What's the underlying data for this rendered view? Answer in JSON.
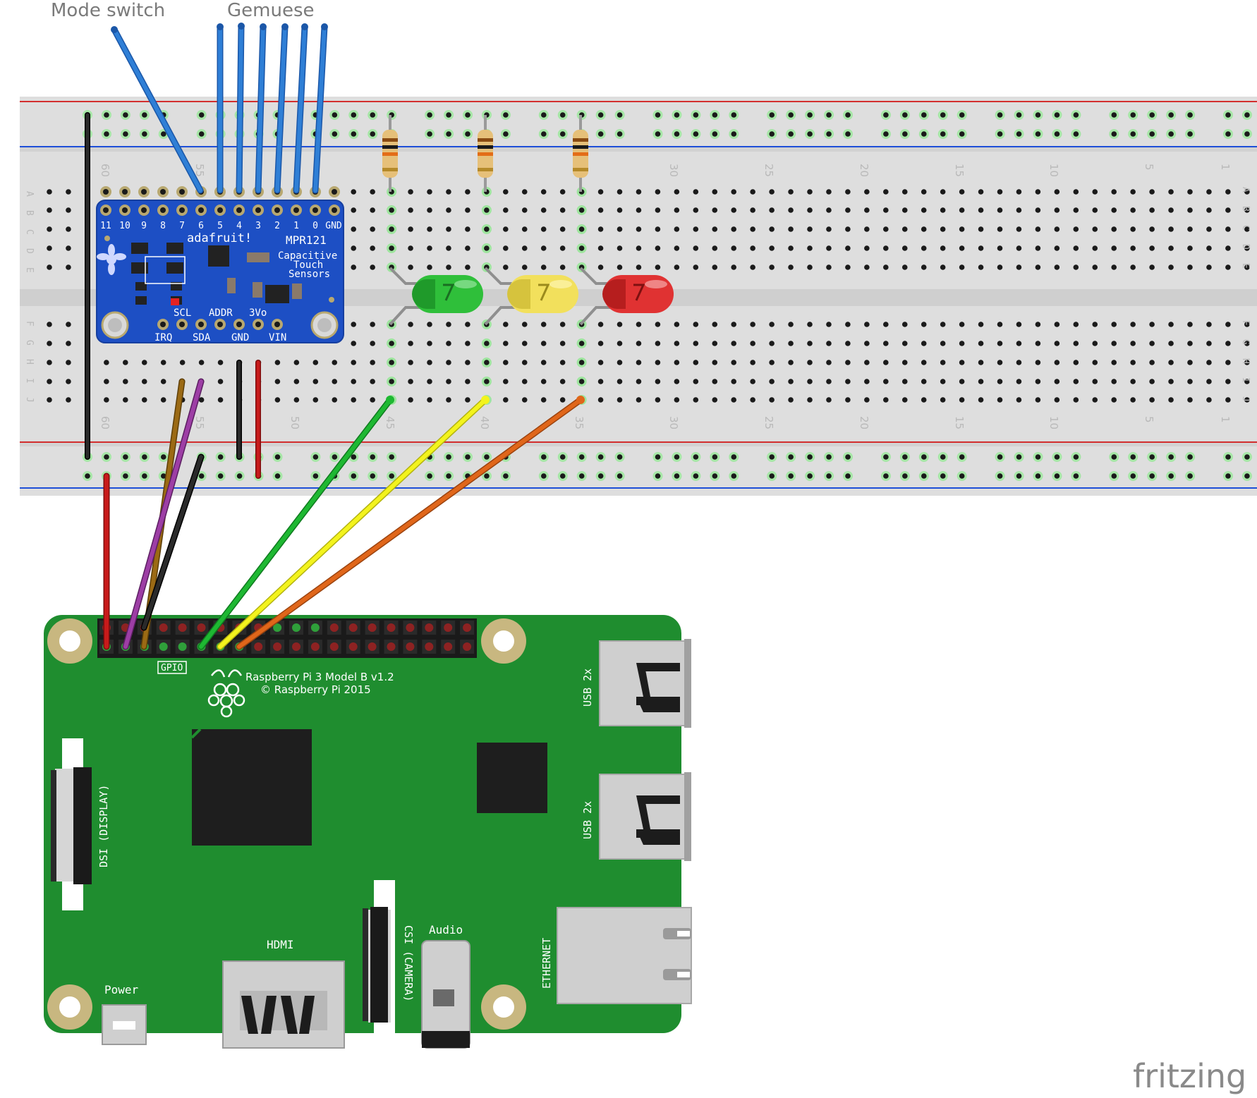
{
  "labels": {
    "mode_switch": "Mode switch",
    "gemuese": "Gemuese"
  },
  "breadboard": {
    "top_numbers": [
      "60",
      "55",
      "30",
      "25",
      "20",
      "15",
      "10",
      "5",
      "1"
    ],
    "bottom_numbers": [
      "60",
      "55",
      "50",
      "45",
      "40",
      "35",
      "30",
      "25",
      "20",
      "15",
      "10",
      "5",
      "1"
    ],
    "row_letters_top": [
      "A",
      "B",
      "C",
      "D",
      "E"
    ],
    "row_letters_bottom": [
      "F",
      "G",
      "H",
      "I",
      "J"
    ]
  },
  "mpr121": {
    "brand": "adafruit!",
    "model": "MPR121",
    "desc_1": "Capacitive",
    "desc_2": "Touch",
    "desc_3": "Sensors",
    "top_pins": [
      "11",
      "10",
      "9",
      "8",
      "7",
      "6",
      "5",
      "4",
      "3",
      "2",
      "1",
      "0",
      "GND"
    ],
    "mid_labels": [
      "SCL",
      "ADDR",
      "3Vo"
    ],
    "bottom_labels": [
      "IRQ",
      "SDA",
      "GND",
      "VIN"
    ]
  },
  "raspberry_pi": {
    "model": "Raspberry Pi 3 Model B v1.2",
    "copyright": "© Raspberry Pi 2015",
    "gpio": "GPIO",
    "usb_1": "USB 2x",
    "usb_2": "USB 2x",
    "ethernet": "ETHERNET",
    "dsi": "DSI (DISPLAY)",
    "csi": "CSI (CAMERA)",
    "audio": "Audio",
    "hdmi": "HDMI",
    "power": "Power"
  },
  "leds": [
    "green",
    "yellow",
    "red"
  ],
  "colors": {
    "breadboard": "#dcdcdc",
    "rail_red": "#d32f2f",
    "rail_blue": "#1e4fd8",
    "pcb_blue": "#1d4fc4",
    "pi_green": "#1f8d2f",
    "wire_blue": "#2f7fd6",
    "wire_black": "#1a1a1a",
    "wire_red": "#c81b1b",
    "wire_brown": "#9b6a14",
    "wire_purple": "#9d3ea5",
    "wire_green": "#1eb832",
    "wire_yellow": "#f3f31d",
    "wire_orange": "#e0661a"
  },
  "watermark": "fritzing"
}
